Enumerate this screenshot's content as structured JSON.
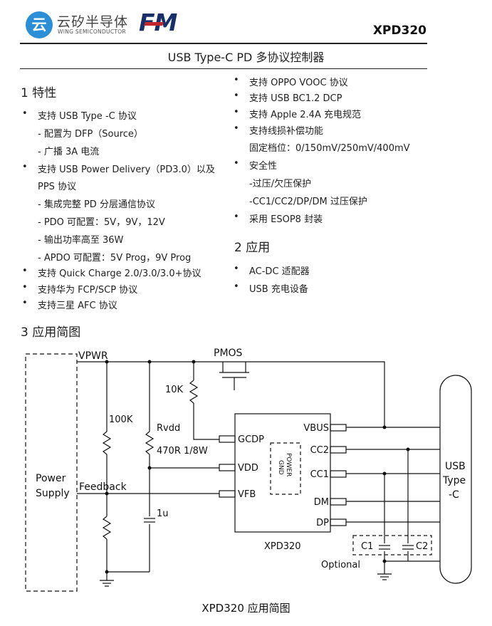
{
  "header": {
    "logo_icon_glyph": "云",
    "logo_cn": "云矽半导体",
    "logo_en": "WING SEMICONDUCTOR",
    "brand_mark": "FM",
    "part_number": "XPD320",
    "doc_title": "USB Type-C PD 多协议控制器"
  },
  "features": {
    "heading": "1  特性",
    "items": [
      "支持 USB Type -C 协议",
      "- 配置为 DFP（Source）",
      "- 广播 3A 电流",
      "支持 USB Power Delivery（PD3.0）以及",
      "PPS 协议",
      "- 集成完整 PD 分层通信协议",
      "- PDO 可配置：5V，9V，12V",
      "- 输出功率高至 36W",
      "- APDO 可配置：5V Prog，9V Prog",
      "支持 Quick Charge 2.0/3.0/3.0+协议",
      "支持华为 FCP/SCP 协议",
      "支持三星 AFC 协议"
    ],
    "items_right": [
      "支持 OPPO VOOC 协议",
      "支持 USB BC1.2 DCP",
      "支持 Apple 2.4A 充电规范",
      "支持线损补偿功能",
      "固定档位：0/150mV/250mV/400mV",
      "安全性",
      "-过压/欠压保护",
      "-CC1/CC2/DP/DM 过压保护",
      "采用 ESOP8 封装"
    ]
  },
  "applications": {
    "heading": "2  应用",
    "items": [
      "AC-DC 适配器",
      "USB 充电设备"
    ]
  },
  "diagram": {
    "heading": "3  应用简图",
    "labels": {
      "vpwr": "VPWR",
      "pmos": "PMOS",
      "r10k": "10K",
      "r100k": "100K",
      "rvdd": "Rvdd",
      "rvdd_val": "470R 1/8W",
      "feedback": "Feedback",
      "power": "Power",
      "supply": "Supply",
      "cap": "1u",
      "pin_gcdp": "GCDP",
      "pin_vdd": "VDD",
      "pin_vfb": "VFB",
      "pin_vbus": "VBUS",
      "pin_cc2": "CC2",
      "pin_cc1": "CC1",
      "pin_dm": "DM",
      "pin_dp": "DP",
      "power_gnd_1": "POWER",
      "power_gnd_2": "GND",
      "chip": "XPD320",
      "c1": "C1",
      "c2": "C2",
      "optional": "Optional",
      "usb1": "USB",
      "usb2": "Type",
      "usb3": "-C"
    },
    "caption": "XPD320 应用简图"
  }
}
